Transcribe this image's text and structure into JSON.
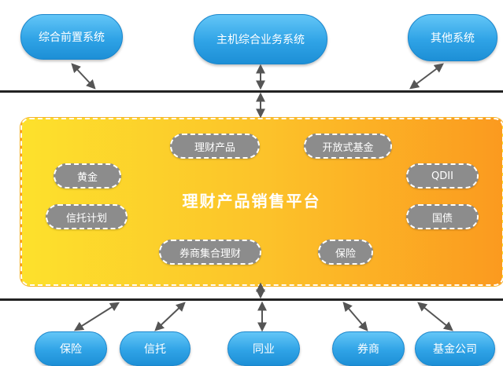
{
  "top_systems": [
    {
      "label": "综合前置系统"
    },
    {
      "label": "主机综合业务系统"
    },
    {
      "label": "其他系统"
    }
  ],
  "platform": {
    "title": "理财产品销售平台",
    "products": [
      {
        "label": "理财产品"
      },
      {
        "label": "开放式基金"
      },
      {
        "label": "黄金"
      },
      {
        "label": "QDII"
      },
      {
        "label": "信托计划"
      },
      {
        "label": "国债"
      },
      {
        "label": "券商集合理财"
      },
      {
        "label": "保险"
      }
    ]
  },
  "bottom_systems": [
    {
      "label": "保险"
    },
    {
      "label": "信托"
    },
    {
      "label": "同业"
    },
    {
      "label": "券商"
    },
    {
      "label": "基金公司"
    }
  ],
  "colors": {
    "system_fill": "#2fa3e6",
    "platform_gradient_start": "#fde12c",
    "platform_gradient_end": "#fb9a1f",
    "product_fill": "#8c8c8c",
    "line": "#222222"
  }
}
